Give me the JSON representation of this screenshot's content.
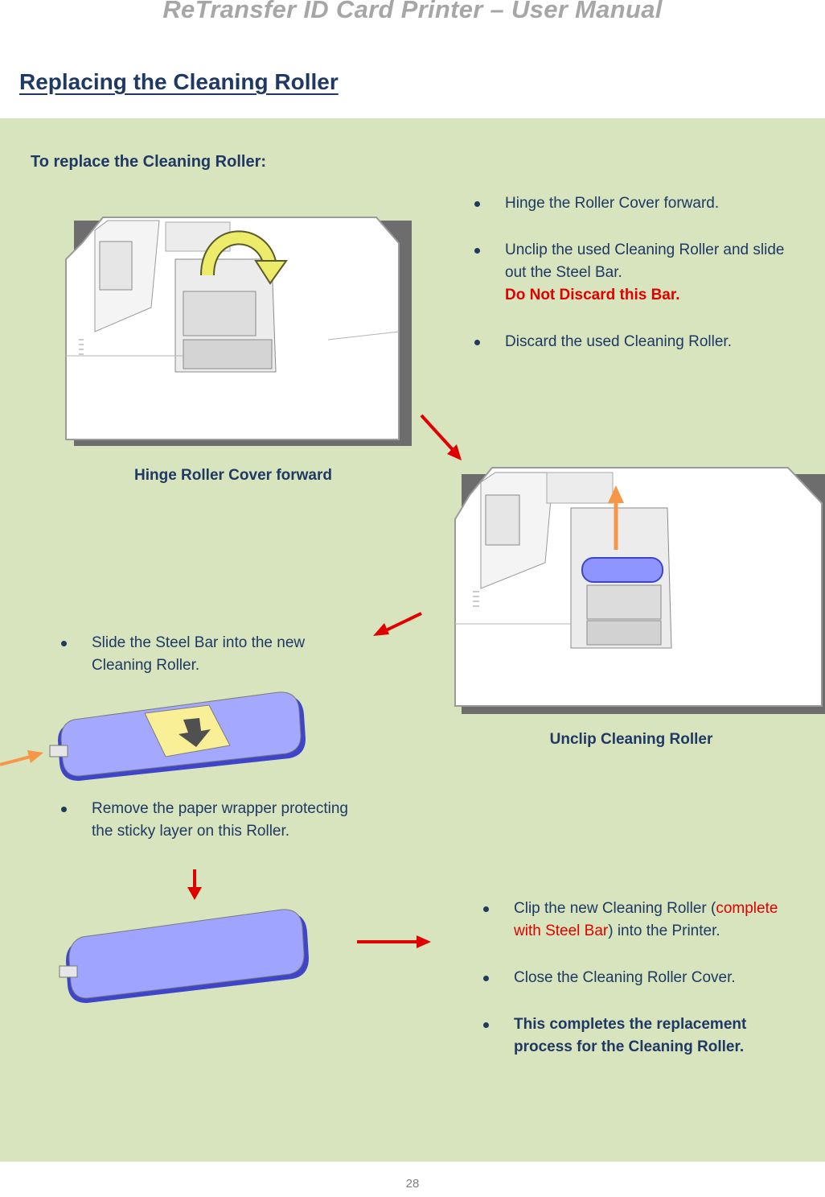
{
  "header": {
    "manual_title": "ReTransfer ID Card Printer – User Manual"
  },
  "section": {
    "title": "Replacing the Cleaning Roller"
  },
  "panel": {
    "title": "To replace the Cleaning Roller:",
    "steps_top": [
      {
        "text": "Hinge the Roller Cover forward."
      },
      {
        "text": "Unclip the used Cleaning Roller and slide out the Steel Bar.",
        "warning": "Do Not Discard this Bar."
      },
      {
        "text": "Discard the used Cleaning Roller."
      }
    ],
    "caption_hinge": "Hinge Roller Cover forward",
    "caption_unclip": "Unclip Cleaning Roller",
    "step_slide": "Slide the Steel Bar into the new Cleaning Roller.",
    "step_remove": "Remove the paper wrapper protecting the sticky layer on this Roller.",
    "steps_bottom": {
      "clip_pre": "Clip the new Cleaning Roller (",
      "clip_red": "complete with Steel Bar",
      "clip_post": ") into the Printer.",
      "close": "Close the Cleaning Roller Cover.",
      "completes": "This completes the replacement process for the Cleaning Roller."
    }
  },
  "page_number": "28",
  "colors": {
    "panel_bg": "#d7e4bd",
    "heading": "#1f3864",
    "warning": "#e00000",
    "roller": "#8f95ff",
    "arrow_red": "#e00000",
    "arrow_orange": "#f79646",
    "arrow_yellow": "#ecec6a"
  }
}
